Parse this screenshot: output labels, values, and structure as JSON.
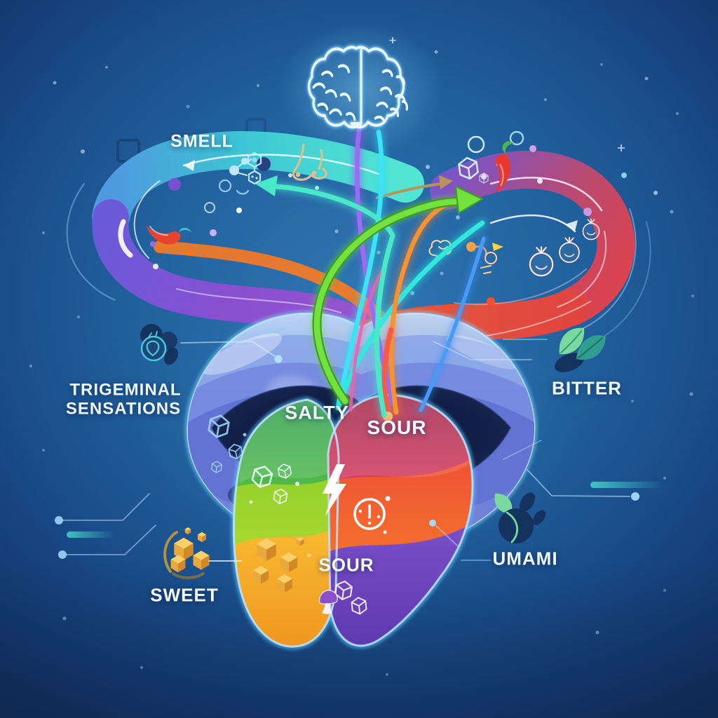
{
  "title": "Taste and flavor perception infographic",
  "labels": {
    "smell": "SMELL",
    "trigeminal_line1": "TRIGEMINAL",
    "trigeminal_line2": "SENSATIONS",
    "bitter": "BITTER",
    "sweet": "SWEET",
    "umami": "UMAMI",
    "salty": "SALTY",
    "sour_front": "SOUR",
    "sour_back": "SOUR"
  },
  "tongue_regions": [
    {
      "id": "salty",
      "label": "SALTY",
      "color": "#3aa45c"
    },
    {
      "id": "sour-front",
      "label": "SOUR",
      "color": "#c43b5e"
    },
    {
      "id": "spicy-intense",
      "label": "",
      "color": "#f0592f"
    },
    {
      "id": "sweet",
      "label": "",
      "color": "#f6b42e"
    },
    {
      "id": "sour-back",
      "label": "SOUR",
      "color": "#6f46bf"
    }
  ],
  "pathways": [
    {
      "id": "smell-swirl",
      "colors": [
        "#49e0d6",
        "#8a4fd0"
      ]
    },
    {
      "id": "flavor-swirl",
      "colors": [
        "#7a55c8",
        "#e8503a"
      ]
    }
  ],
  "icons": [
    "brain-icon",
    "nose-icon",
    "molecule-icon",
    "chili-pepper-icon",
    "sugar-cube-outline-icon",
    "tomato-icon",
    "berries-icon",
    "leaves-icon",
    "coffee-bean-icon",
    "sugar-cubes-icon",
    "mushroom-icon",
    "salt-crystal-icon",
    "lightning-bolt-icon",
    "sour-face-icon"
  ],
  "colors": {
    "background_center": "#2f76b2",
    "background_edge": "#112f5e",
    "label_text": "#f2f8ff",
    "brain_glow": "#bfe9ff",
    "arrow_green": "#68d83c",
    "arrow_teal": "#49e8c8",
    "arrow_tan": "#b8935e",
    "lips_blue": "#6b8fd8",
    "mouth_interior": "#0e1b40"
  }
}
